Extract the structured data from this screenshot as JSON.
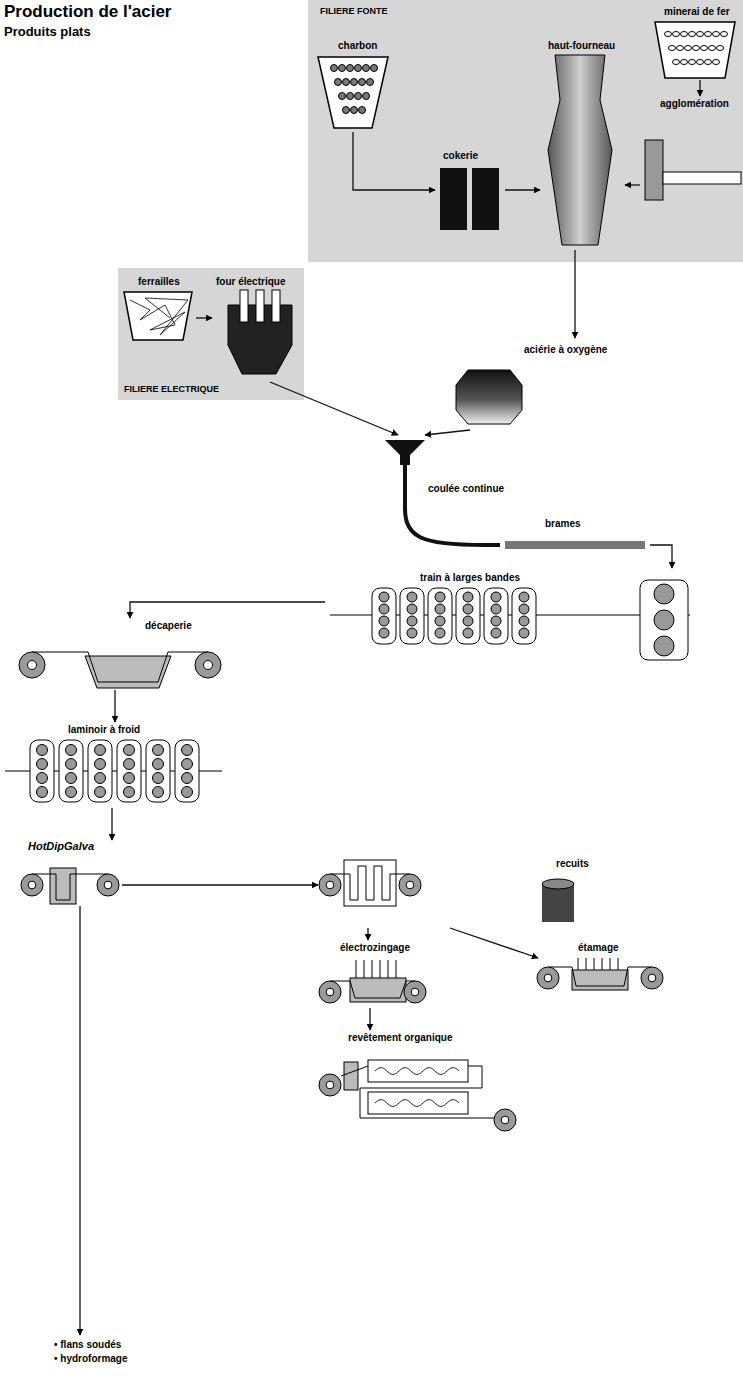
{
  "diagram": {
    "title": "Production de l'acier",
    "nodes": [
      {
        "text": [
          "FILIERE FONTE"
        ]
      },
      {
        "text": [
          "charbon"
        ],
        "in": 0
      },
      {
        "text": [
          "cokerie"
        ],
        "in": 0
      },
      {
        "text": [
          "haut-fourneau"
        ],
        "in": 0
      },
      {
        "text": [
          "minerai de fer"
        ],
        "in": 0
      },
      {
        "text": [
          "agglomération"
        ],
        "in": 0
      },
      {
        "text": [
          "FILIERE ELECTRIQUE"
        ]
      },
      {
        "text": [
          "ferrailles"
        ],
        "in": 6
      },
      {
        "text": [
          "four électrique"
        ],
        "in": 6
      },
      {
        "text": [
          "aciérie à oxygène"
        ]
      },
      {
        "text": [
          "coulée continue"
        ]
      },
      {
        "text": [
          "brames"
        ]
      },
      {
        "text": [
          "train à larges bandes"
        ]
      },
      {
        "text": [
          "décaperie"
        ]
      },
      {
        "text": [
          "laminoir à froid"
        ]
      },
      {
        "text": [
          "HotDipGalva"
        ]
      },
      {
        "text": [
          "recuits"
        ]
      },
      {
        "text": [
          "électrozingage"
        ]
      },
      {
        "text": [
          "étamage"
        ]
      },
      {
        "text": [
          "revêtement organique"
        ]
      },
      {
        "text": [
          "• flans soudés",
          "• hydroformage"
        ]
      }
    ],
    "edges": [
      {
        "from": 1,
        "to": 2,
        "arrow": "to"
      },
      {
        "from": 2,
        "to": 3,
        "arrow": "to"
      },
      {
        "from": 4,
        "to": 5,
        "arrow": "to"
      },
      {
        "from": 5,
        "to": 3,
        "arrow": "to"
      },
      {
        "from": 3,
        "to": 9,
        "arrow": "to"
      },
      {
        "from": 7,
        "to": 8,
        "arrow": "to"
      },
      {
        "from": 8,
        "to": 10,
        "arrow": "to"
      },
      {
        "from": 9,
        "to": 10,
        "arrow": "to"
      },
      {
        "from": 10,
        "to": 11,
        "arrow": "none"
      },
      {
        "from": 11,
        "to": 12,
        "arrow": "to"
      },
      {
        "from": 12,
        "to": 13,
        "arrow": "to"
      },
      {
        "from": 13,
        "to": 14,
        "arrow": "to"
      },
      {
        "from": 14,
        "to": 15,
        "arrow": "to"
      },
      {
        "from": 15,
        "to": 16,
        "arrow": "to"
      },
      {
        "from": 16,
        "to": 17,
        "arrow": "to"
      },
      {
        "from": 16,
        "to": 18,
        "arrow": "to"
      },
      {
        "from": 17,
        "to": 19,
        "arrow": "to"
      },
      {
        "from": 15,
        "to": 20,
        "arrow": "to"
      }
    ],
    "labels": [
      "Produits plats"
    ]
  }
}
